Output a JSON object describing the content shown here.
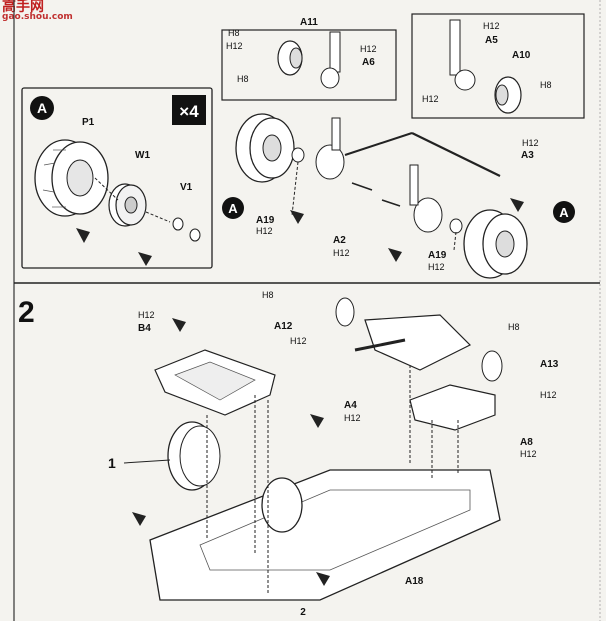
{
  "watermark": {
    "logo_text": "高手网",
    "url_text": "gao.shou.com"
  },
  "step1": {
    "inset_A": {
      "badge": "A",
      "multiplier": "×4",
      "parts": [
        "P1",
        "W1",
        "V1"
      ]
    },
    "top_inset": {
      "parts": [
        "A11",
        "A6"
      ],
      "h_codes": [
        "H8",
        "H12",
        "H8",
        "H12"
      ]
    },
    "right_inset": {
      "parts": [
        "A5",
        "A10"
      ],
      "h_codes": [
        "H12",
        "H8",
        "H12"
      ]
    },
    "main": {
      "parts": [
        "A3",
        "A19",
        "A2",
        "A19"
      ],
      "h_codes": [
        "H12",
        "H12",
        "H12",
        "H12"
      ],
      "badges": [
        "A",
        "A"
      ]
    }
  },
  "step2": {
    "number": "2",
    "callout": "1",
    "parts": [
      "B4",
      "A12",
      "A4",
      "A13",
      "A8",
      "A18"
    ],
    "h_codes": [
      "H12",
      "H8",
      "H12",
      "H8",
      "H12",
      "H12",
      "H12"
    ]
  },
  "page_number": "2"
}
